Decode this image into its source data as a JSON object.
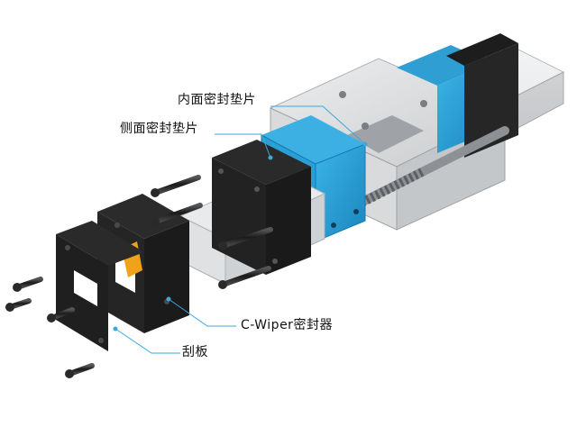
{
  "labels": {
    "inner_seal": "内面密封垫片",
    "side_seal": "侧面密封垫片",
    "c_wiper_seal": "C-Wiper密封器",
    "scraper": "刮板"
  },
  "colors": {
    "rail": "#e2e4e6",
    "block_body": "#d7d9db",
    "end_cap_blue": "#2a9fd6",
    "seal_black": "#1b1b1b",
    "leader_line": "#3fa7d9",
    "wiper_accent": "#f0a21b"
  }
}
